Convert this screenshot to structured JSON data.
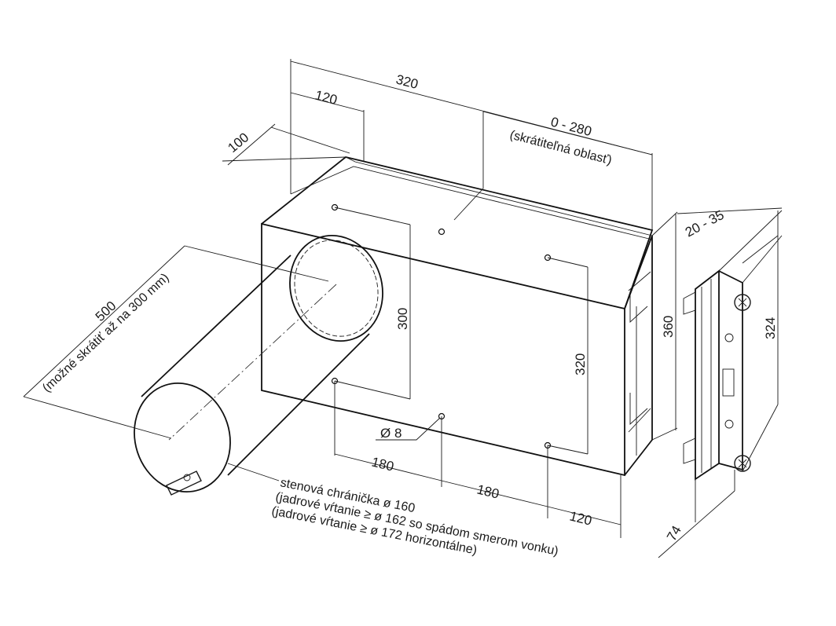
{
  "dimensions": {
    "top_width": "320",
    "top_offset": "120",
    "adjustable_range": "0 - 280",
    "adjustable_note": "(skrátiteľná  oblasť)",
    "depth_left": "100",
    "tube_length": "500",
    "tube_length_note": "(možné skrátiť až na 300 mm)",
    "hole_vertical_left": "300",
    "hole_vertical_right": "320",
    "height": "360",
    "wall_range": "20 - 35",
    "cover_height": "324",
    "bottom_180_left": "180",
    "bottom_180_right": "180",
    "bottom_120": "120",
    "hole_diameter": "Ø 8",
    "cover_depth": "74"
  },
  "notes": {
    "line1": "stenová chránička ø 160",
    "line2": "(jadrové vŕtanie ≥ ø 162 so spádom smerom vonku)",
    "line3": "(jadrové vŕtanie ≥ ø 172 horizontálne)"
  }
}
